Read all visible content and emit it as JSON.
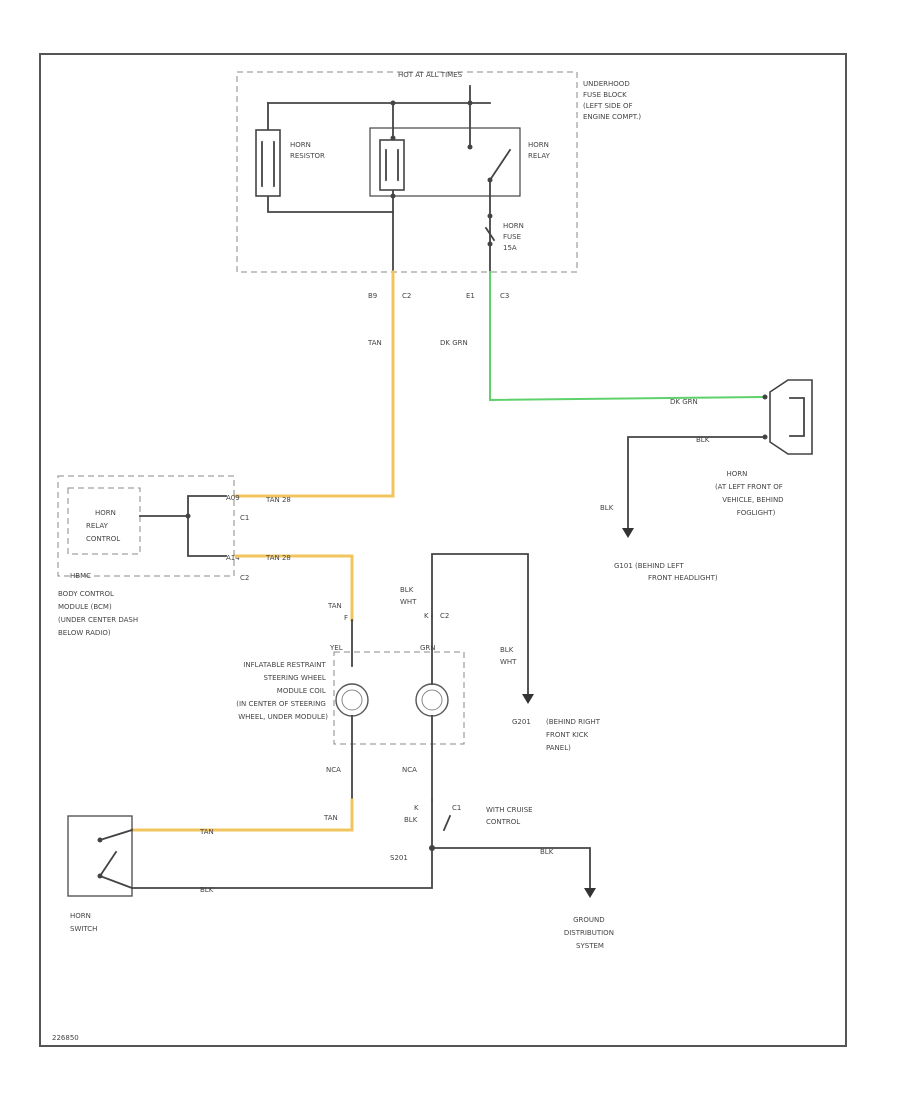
{
  "fuse_block": {
    "header": "HOT AT ALL TIMES",
    "label": [
      "UNDERHOOD",
      "FUSE BLOCK",
      "(LEFT SIDE OF",
      "ENGINE COMPT.)"
    ],
    "resistor": [
      "HORN",
      "RESISTOR"
    ],
    "relay": [
      "HORN",
      "RELAY"
    ],
    "fuse": [
      "HORN",
      "FUSE",
      "15A"
    ],
    "pin_left": "B9",
    "conn_left": "C2",
    "pin_right": "E1",
    "conn_right": "C3"
  },
  "wires": {
    "tan": "TAN",
    "tan_28": "TAN 28",
    "dk_grn": "DK GRN",
    "blk": "BLK",
    "blk_wht": [
      "BLK",
      "WHT"
    ],
    "nca": "NCA",
    "yel": "YEL",
    "grn": "GRN",
    "tan_small": "TAN"
  },
  "horn": {
    "label": [
      "HORN",
      "(AT LEFT FRONT OF",
      "VEHICLE, BEHIND",
      "FOGLIGHT)"
    ]
  },
  "ground_g101": [
    "G101 (BEHIND LEFT",
    "FRONT HEADLIGHT)"
  ],
  "bcm": {
    "box": [
      "HORN",
      "RELAY",
      "CONTROL"
    ],
    "id": "HBMC",
    "label": [
      "BODY CONTROL",
      "MODULE (BCM)",
      "(UNDER CENTER DASH",
      "BELOW RADIO)"
    ],
    "pin_a": "A09",
    "pin_b": "A14",
    "conn_a": "C1",
    "conn_b": "C2"
  },
  "airbag": {
    "label": [
      "INFLATABLE RESTRAINT",
      "STEERING WHEEL",
      "MODULE COIL",
      "(IN CENTER OF STEERING",
      "WHEEL, UNDER MODULE)"
    ],
    "pin_k": "K",
    "conn": "C2",
    "pin_f": "F"
  },
  "ground_g201": [
    "G201",
    "(BEHIND RIGHT",
    "FRONT KICK",
    "PANEL)"
  ],
  "cruise": {
    "splice": "S201",
    "label": [
      "WITH CRUISE",
      "CONTROL"
    ],
    "pin": "K",
    "conn": "C1"
  },
  "horn_switch": {
    "label": [
      "HORN",
      "SWITCH"
    ],
    "pin_top": "TAN",
    "pin_bot": "BLK"
  },
  "ground_dist": {
    "label": [
      "GROUND",
      "DISTRIBUTION",
      "SYSTEM"
    ]
  },
  "figure_id": "226850"
}
